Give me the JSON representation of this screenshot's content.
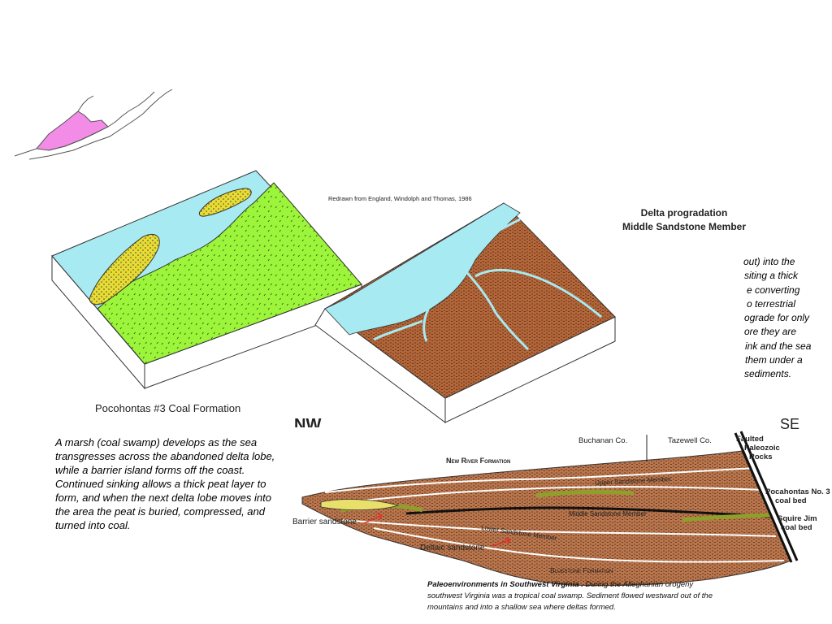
{
  "left_block": {
    "title": "Pocohontas #3 Coal Formation"
  },
  "right_block": {
    "credit": "Redrawn from England, Windolph and Thomas, 1986",
    "title_line1": "Delta progradation",
    "title_line2": "Middle Sandstone Member"
  },
  "right_text_fragments": [
    "out) into the",
    "siting a thick",
    "e converting",
    "o terrestrial",
    "ograde for only",
    "ore they are",
    "ink and the sea",
    "them under a",
    "sediments."
  ],
  "left_caption": " A marsh  (coal swamp) develops as the sea transgresses across the abandoned delta lobe, while a barrier island forms off the coast.  Continued sinking allows a thick peat layer to form, and when the next delta lobe  moves into the area the peat is buried, compressed, and turned into coal.",
  "cross_section": {
    "nw": "NW",
    "se": "SE",
    "buchanan": "Buchanan Co.",
    "tazewell": "Tazewell Co.",
    "faulted_1": "Faulted",
    "faulted_2": "Paleozoic",
    "faulted_3": "Rocks",
    "new_river": "New River Formation",
    "upper_ss": "Upper Sandstone Member",
    "middle_ss": "Middle Sandstone Member",
    "lower_ss": "Lower Sandstone Member",
    "bluestone": "Bluestone Formation",
    "pocahontas_1": "Pocahontas No. 3",
    "pocahontas_2": "coal bed",
    "squire_1": "Squire Jim",
    "squire_2": "coal bed",
    "barrier": "Barrier sandstone",
    "deltaic": "Deltaic sandstone",
    "caption_title": "Paleoenvironments in Southwest Virginia .",
    "caption_body": " During the Alleghanian orogeny southwest Virginia was a tropical coal swamp.  Sediment flowed westward out of the mountains and into a shallow sea where deltas formed."
  },
  "colors": {
    "water": "#a8eaf2",
    "marsh": "#9cf53a",
    "sand": "#e8dc32",
    "delta": "#b2663a",
    "map_fill": "#f28ce6",
    "coal": "#111111",
    "green_beds": "#8fa02a"
  }
}
